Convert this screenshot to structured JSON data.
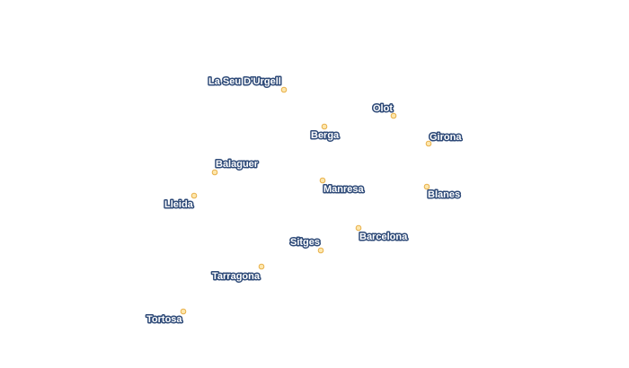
{
  "map": {
    "cities": [
      {
        "name": "La Seu D'Urgell",
        "color": "#f5c162"
      },
      {
        "name": "Olot",
        "color": "#f5c162"
      },
      {
        "name": "Berga",
        "color": "#f5c162"
      },
      {
        "name": "Girona",
        "color": "#f5c162"
      },
      {
        "name": "Balaguer",
        "color": "#f5c162"
      },
      {
        "name": "Manresa",
        "color": "#f5c162"
      },
      {
        "name": "Blanes",
        "color": "#f5c162"
      },
      {
        "name": "Lleida",
        "color": "#f5c162"
      },
      {
        "name": "Barcelona",
        "color": "#f5c162"
      },
      {
        "name": "Sitges",
        "color": "#f5c162"
      },
      {
        "name": "Tarragona",
        "color": "#f5c162"
      },
      {
        "name": "Tortosa",
        "color": "#f5c162"
      }
    ],
    "label_outline_color": "#2e4a78"
  }
}
